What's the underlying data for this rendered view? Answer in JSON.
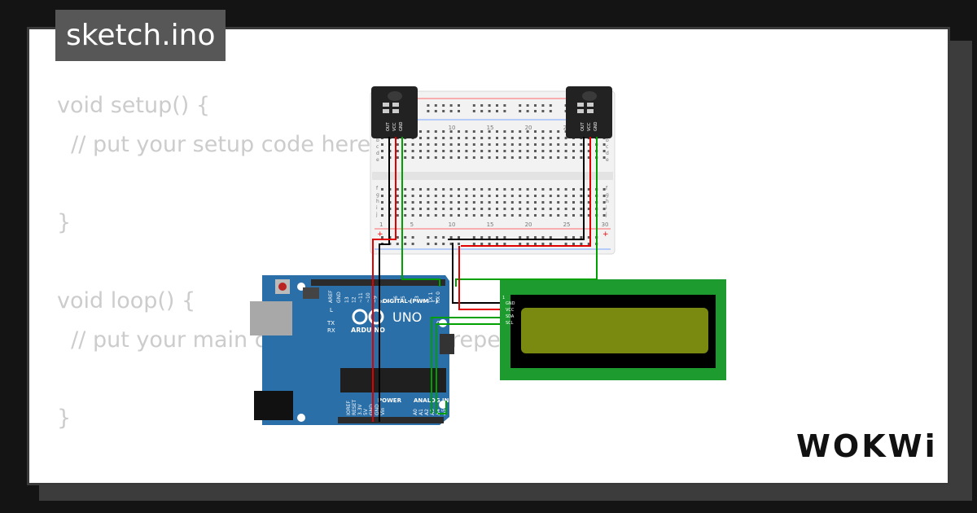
{
  "file_tab": {
    "name": "sketch.ino"
  },
  "code_lines": [
    "void setup() {",
    "  // put your setup code here, to run once:",
    "",
    "}",
    "",
    "void loop() {",
    "  // put your main code here, to run repeatedly:",
    "",
    "}"
  ],
  "brand": "WOKWi",
  "colors": {
    "background": "#141414",
    "card": "#ffffff",
    "code_text": "#cccccc",
    "tab_bg": "#575757",
    "arduino_blue": "#2a6fa8",
    "lcd_green": "#1d9b2f",
    "lcd_screen": "#7a8a10",
    "wire_red": "#e00000",
    "wire_black": "#000000",
    "wire_green": "#00a000",
    "breadboard": "#f2f2f2",
    "sensor_black": "#222222"
  },
  "components": {
    "arduino": {
      "board_name": "UNO",
      "brand": "ARDUINO",
      "digital_label": "DIGITAL (PWM ~)",
      "power_label": "POWER",
      "analog_label": "ANALOG IN",
      "aref": "AREF",
      "gnd": "GND",
      "led_l": "L",
      "led_tx": "TX",
      "led_rx": "RX",
      "on_label": "ON",
      "digital_pins": [
        "13",
        "12",
        "~11",
        "~10",
        "~9",
        "8",
        "7",
        "~6",
        "~5",
        "4",
        "~3",
        "2",
        "TX 1",
        "RX 0"
      ],
      "power_pins": [
        "IOREF",
        "RESET",
        "3.3V",
        "5V",
        "GND",
        "GND",
        "Vin"
      ],
      "analog_pins": [
        "A0",
        "A1",
        "A2",
        "A3",
        "A4",
        "A5"
      ]
    },
    "lcd": {
      "pins": [
        "GND",
        "VCC",
        "SDA",
        "SCL"
      ],
      "pin_one": "1"
    },
    "breadboard": {
      "column_numbers": [
        "1",
        "5",
        "10",
        "15",
        "20",
        "25",
        "30"
      ],
      "row_letters_top": [
        "a",
        "b",
        "c",
        "d",
        "e"
      ],
      "row_letters_bottom": [
        "f",
        "g",
        "h",
        "i",
        "j"
      ],
      "rail_plus": "+",
      "rail_minus": "-"
    },
    "sensors": [
      {
        "pins": [
          "OUT",
          "VCC",
          "GND"
        ]
      },
      {
        "pins": [
          "OUT",
          "VCC",
          "GND"
        ]
      }
    ]
  }
}
